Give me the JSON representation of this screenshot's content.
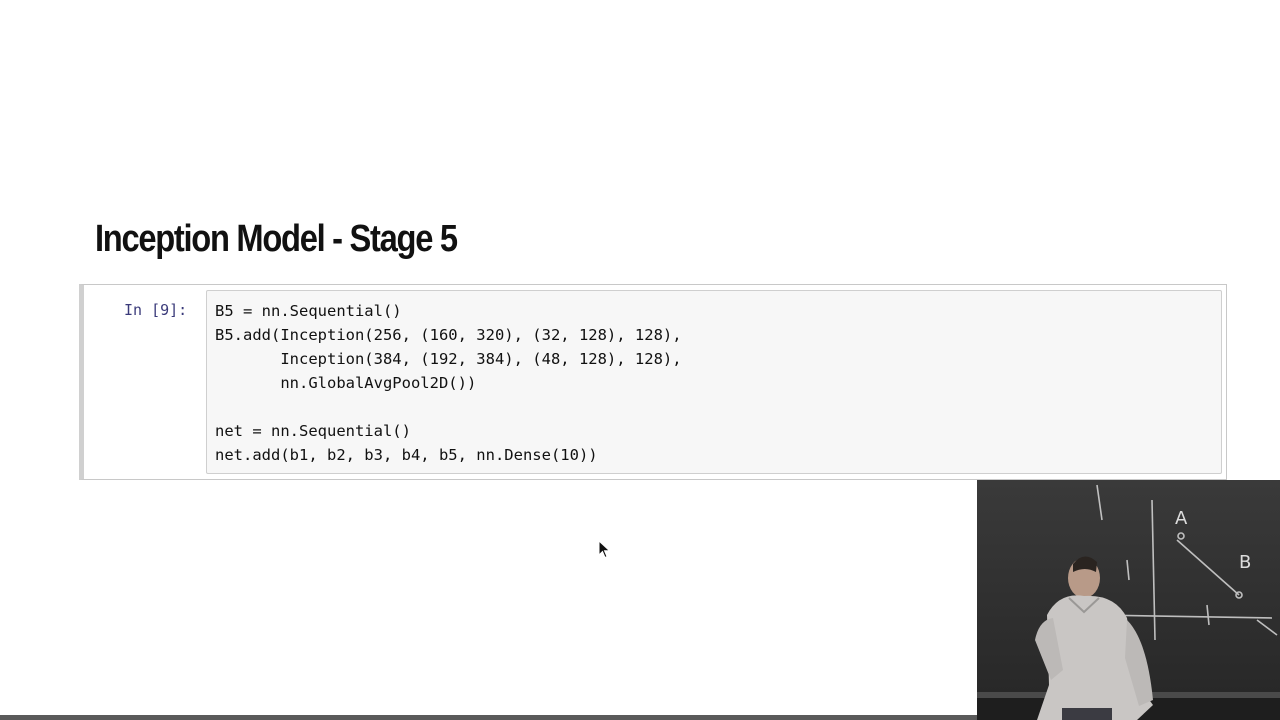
{
  "slide": {
    "title": "Inception Model - Stage 5"
  },
  "notebook_cell": {
    "prompt": "In [9]:",
    "code_lines": [
      "B5 = nn.Sequential()",
      "B5.add(Inception(256, (160, 320), (32, 128), 128),",
      "       Inception(384, (192, 384), (48, 128), 128),",
      "       nn.GlobalAvgPool2D())",
      "",
      "net = nn.Sequential()",
      "net.add(b1, b2, b3, b4, b5, nn.Dense(10))"
    ]
  },
  "webcam": {
    "board_letters": [
      "A",
      "B"
    ]
  },
  "icons": {
    "cursor": "mouse-pointer-icon"
  }
}
